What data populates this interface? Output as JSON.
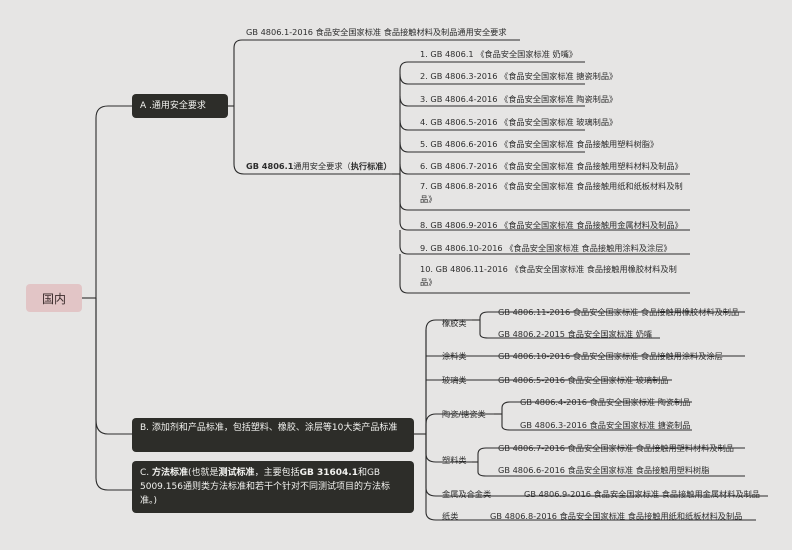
{
  "root": "国内",
  "nodeA": {
    "label": "A .通用安全要求"
  },
  "a1": "GB 4806.1-2016 食品安全国家标准 食品接触材料及制品通用安全要求",
  "a2": {
    "bold": "GB 4806.1",
    "rest": "通用安全要求（",
    "tail": "执行标准）"
  },
  "a2_items": [
    "1. GB 4806.1 《食品安全国家标准 奶嘴》",
    "2. GB 4806.3-2016 《食品安全国家标准 搪瓷制品》",
    "3. GB 4806.4-2016 《食品安全国家标准 陶瓷制品》",
    "4. GB 4806.5-2016 《食品安全国家标准 玻璃制品》",
    "5. GB 4806.6-2016 《食品安全国家标准 食品接触用塑料树脂》",
    "6. GB 4806.7-2016 《食品安全国家标准 食品接触用塑料材料及制品》",
    "7. GB 4806.8-2016 《食品安全国家标准 食品接触用纸和纸板材料及制品》",
    "8. GB 4806.9-2016 《食品安全国家标准 食品接触用金属材料及制品》",
    "9. GB 4806.10-2016 《食品安全国家标准 食品接触用涂料及涂层》",
    "10. GB 4806.11-2016 《食品安全国家标准 食品接触用橡胶材料及制品》"
  ],
  "nodeB": {
    "label": "B. 添加剂和产品标准，包括塑料、橡胶、涂层等10大类产品标准"
  },
  "b_categories": [
    {
      "name": "橡胶类",
      "items": [
        "GB 4806.11-2016 食品安全国家标准 食品接触用橡胶材料及制品",
        "GB 4806.2-2015 食品安全国家标准 奶嘴"
      ]
    },
    {
      "name": "涂料类",
      "items": [
        "GB 4806.10-2016 食品安全国家标准 食品接触用涂料及涂层"
      ]
    },
    {
      "name": "玻璃类",
      "items": [
        "GB 4806.5-2016 食品安全国家标准 玻璃制品"
      ]
    },
    {
      "name": "陶瓷/搪瓷类",
      "items": [
        "GB 4806.4-2016 食品安全国家标准 陶瓷制品",
        "GB 4806.3-2016 食品安全国家标准 搪瓷制品"
      ]
    },
    {
      "name": "塑料类",
      "items": [
        "GB 4806.7-2016 食品安全国家标准 食品接触用塑料材料及制品",
        "GB 4806.6-2016 食品安全国家标准 食品接触用塑料树脂"
      ]
    },
    {
      "name": "金属及合金类",
      "items": [
        "GB 4806.9-2016 食品安全国家标准 食品接触用金属材料及制品"
      ]
    },
    {
      "name": "纸类",
      "items": [
        "GB 4806.8-2016 食品安全国家标准 食品接触用纸和纸板材料及制品"
      ]
    }
  ],
  "nodeC": {
    "p1": "C. ",
    "b1": "方法标准",
    "p2": "(也就是",
    "b2": "测试标准",
    "p3": "，主要包括",
    "b3": "GB 31604.1",
    "p4": "和GB 5009.156通则类方法标准和若干个针对不同测试项目的方法标准。)"
  },
  "colors": {
    "line": "#2c2c2c",
    "root_fill": "#e2c5c6",
    "dark_fill": "#2d2d29",
    "background": "#e6e5e4"
  }
}
